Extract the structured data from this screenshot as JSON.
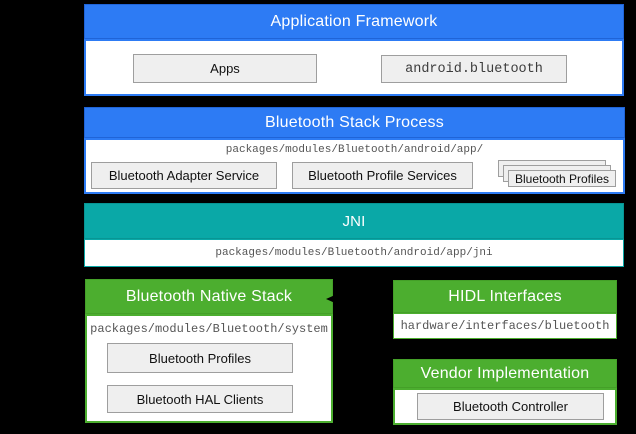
{
  "colors": {
    "blue": "#2d7bf4",
    "teal": "#0aa8a7",
    "green": "#4cae2f",
    "box_fill": "#efefef",
    "box_border": "#9e9e9e",
    "path_text": "#555555",
    "background": "#000000"
  },
  "sections": {
    "application_framework": {
      "title": "Application Framework",
      "apps_label": "Apps",
      "android_bluetooth_label": "android.bluetooth"
    },
    "bluetooth_stack_process": {
      "title": "Bluetooth Stack Process",
      "path": "packages/modules/Bluetooth/android/app/",
      "adapter_service_label": "Bluetooth Adapter Service",
      "profile_services_label": "Bluetooth Profile Services",
      "profiles_stack_label": "Bluetooth Profiles"
    },
    "jni": {
      "title": "JNI",
      "path": "packages/modules/Bluetooth/android/app/jni"
    },
    "bluetooth_native_stack": {
      "title": "Bluetooth Native Stack",
      "path": "packages/modules/Bluetooth/system",
      "profiles_label": "Bluetooth Profiles",
      "hal_clients_label": "Bluetooth HAL Clients"
    },
    "hidl_interfaces": {
      "title": "HIDL Interfaces",
      "path": "hardware/interfaces/bluetooth"
    },
    "vendor_implementation": {
      "title": "Vendor Implementation",
      "controller_label": "Bluetooth Controller"
    }
  }
}
